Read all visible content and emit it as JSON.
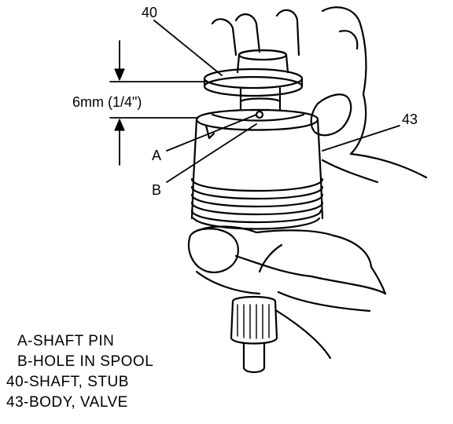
{
  "callouts": {
    "part_40": "40",
    "part_43": "43",
    "point_a": "A",
    "point_b": "B",
    "dimension": "6mm (1/4\")"
  },
  "legend": [
    {
      "text": "A-SHAFT PIN"
    },
    {
      "text": "B-HOLE IN SPOOL"
    },
    {
      "text": "40-SHAFT, STUB"
    },
    {
      "text": "43-BODY, VALVE"
    }
  ],
  "colors": {
    "ink": "#000000",
    "paper": "#ffffff"
  }
}
